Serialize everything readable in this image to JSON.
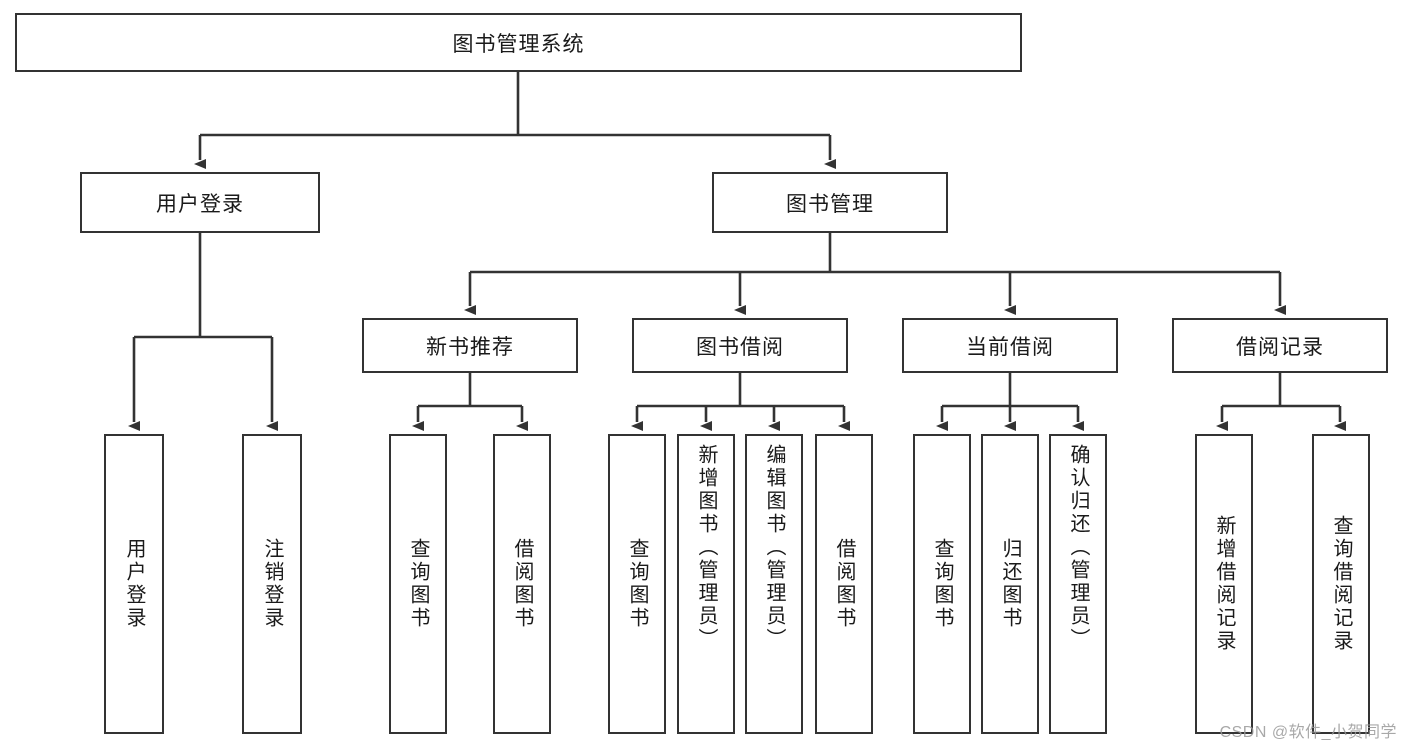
{
  "diagram": {
    "title": "图书管理系统",
    "type": "tree-hierarchy",
    "root": {
      "id": "root",
      "label": "图书管理系统"
    },
    "level2": [
      {
        "id": "user-login",
        "label": "用户登录"
      },
      {
        "id": "book-manage",
        "label": "图书管理"
      }
    ],
    "level3": [
      {
        "id": "new-book-rec",
        "label": "新书推荐",
        "parent": "book-manage"
      },
      {
        "id": "book-borrow",
        "label": "图书借阅",
        "parent": "book-manage"
      },
      {
        "id": "current-borrow",
        "label": "当前借阅",
        "parent": "book-manage"
      },
      {
        "id": "borrow-record",
        "label": "借阅记录",
        "parent": "book-manage"
      }
    ],
    "leaves": {
      "user_login": [
        {
          "id": "leaf-user-login",
          "label": "用户登录"
        },
        {
          "id": "leaf-logout",
          "label": "注销登录"
        }
      ],
      "new_book_rec": [
        {
          "id": "leaf-query-book-1",
          "label": "查询图书"
        },
        {
          "id": "leaf-borrow-book-1",
          "label": "借阅图书"
        }
      ],
      "book_borrow": [
        {
          "id": "leaf-query-book-2",
          "label": "查询图书"
        },
        {
          "id": "leaf-add-book",
          "label": "新增图书（管理员）"
        },
        {
          "id": "leaf-edit-book",
          "label": "编辑图书（管理员）"
        },
        {
          "id": "leaf-borrow-book-2",
          "label": "借阅图书"
        }
      ],
      "current_borrow": [
        {
          "id": "leaf-query-book-3",
          "label": "查询图书"
        },
        {
          "id": "leaf-return-book",
          "label": "归还图书"
        },
        {
          "id": "leaf-confirm-return",
          "label": "确认归还（管理员）"
        }
      ],
      "borrow_record": [
        {
          "id": "leaf-add-record",
          "label": "新增借阅记录"
        },
        {
          "id": "leaf-query-record",
          "label": "查询借阅记录"
        }
      ]
    }
  },
  "watermark": {
    "text": "CSDN @软件_小贺同学"
  },
  "colors": {
    "stroke": "#333333",
    "background": "#ffffff",
    "text": "#1a1a1a",
    "watermark": "#9a9a9a"
  }
}
